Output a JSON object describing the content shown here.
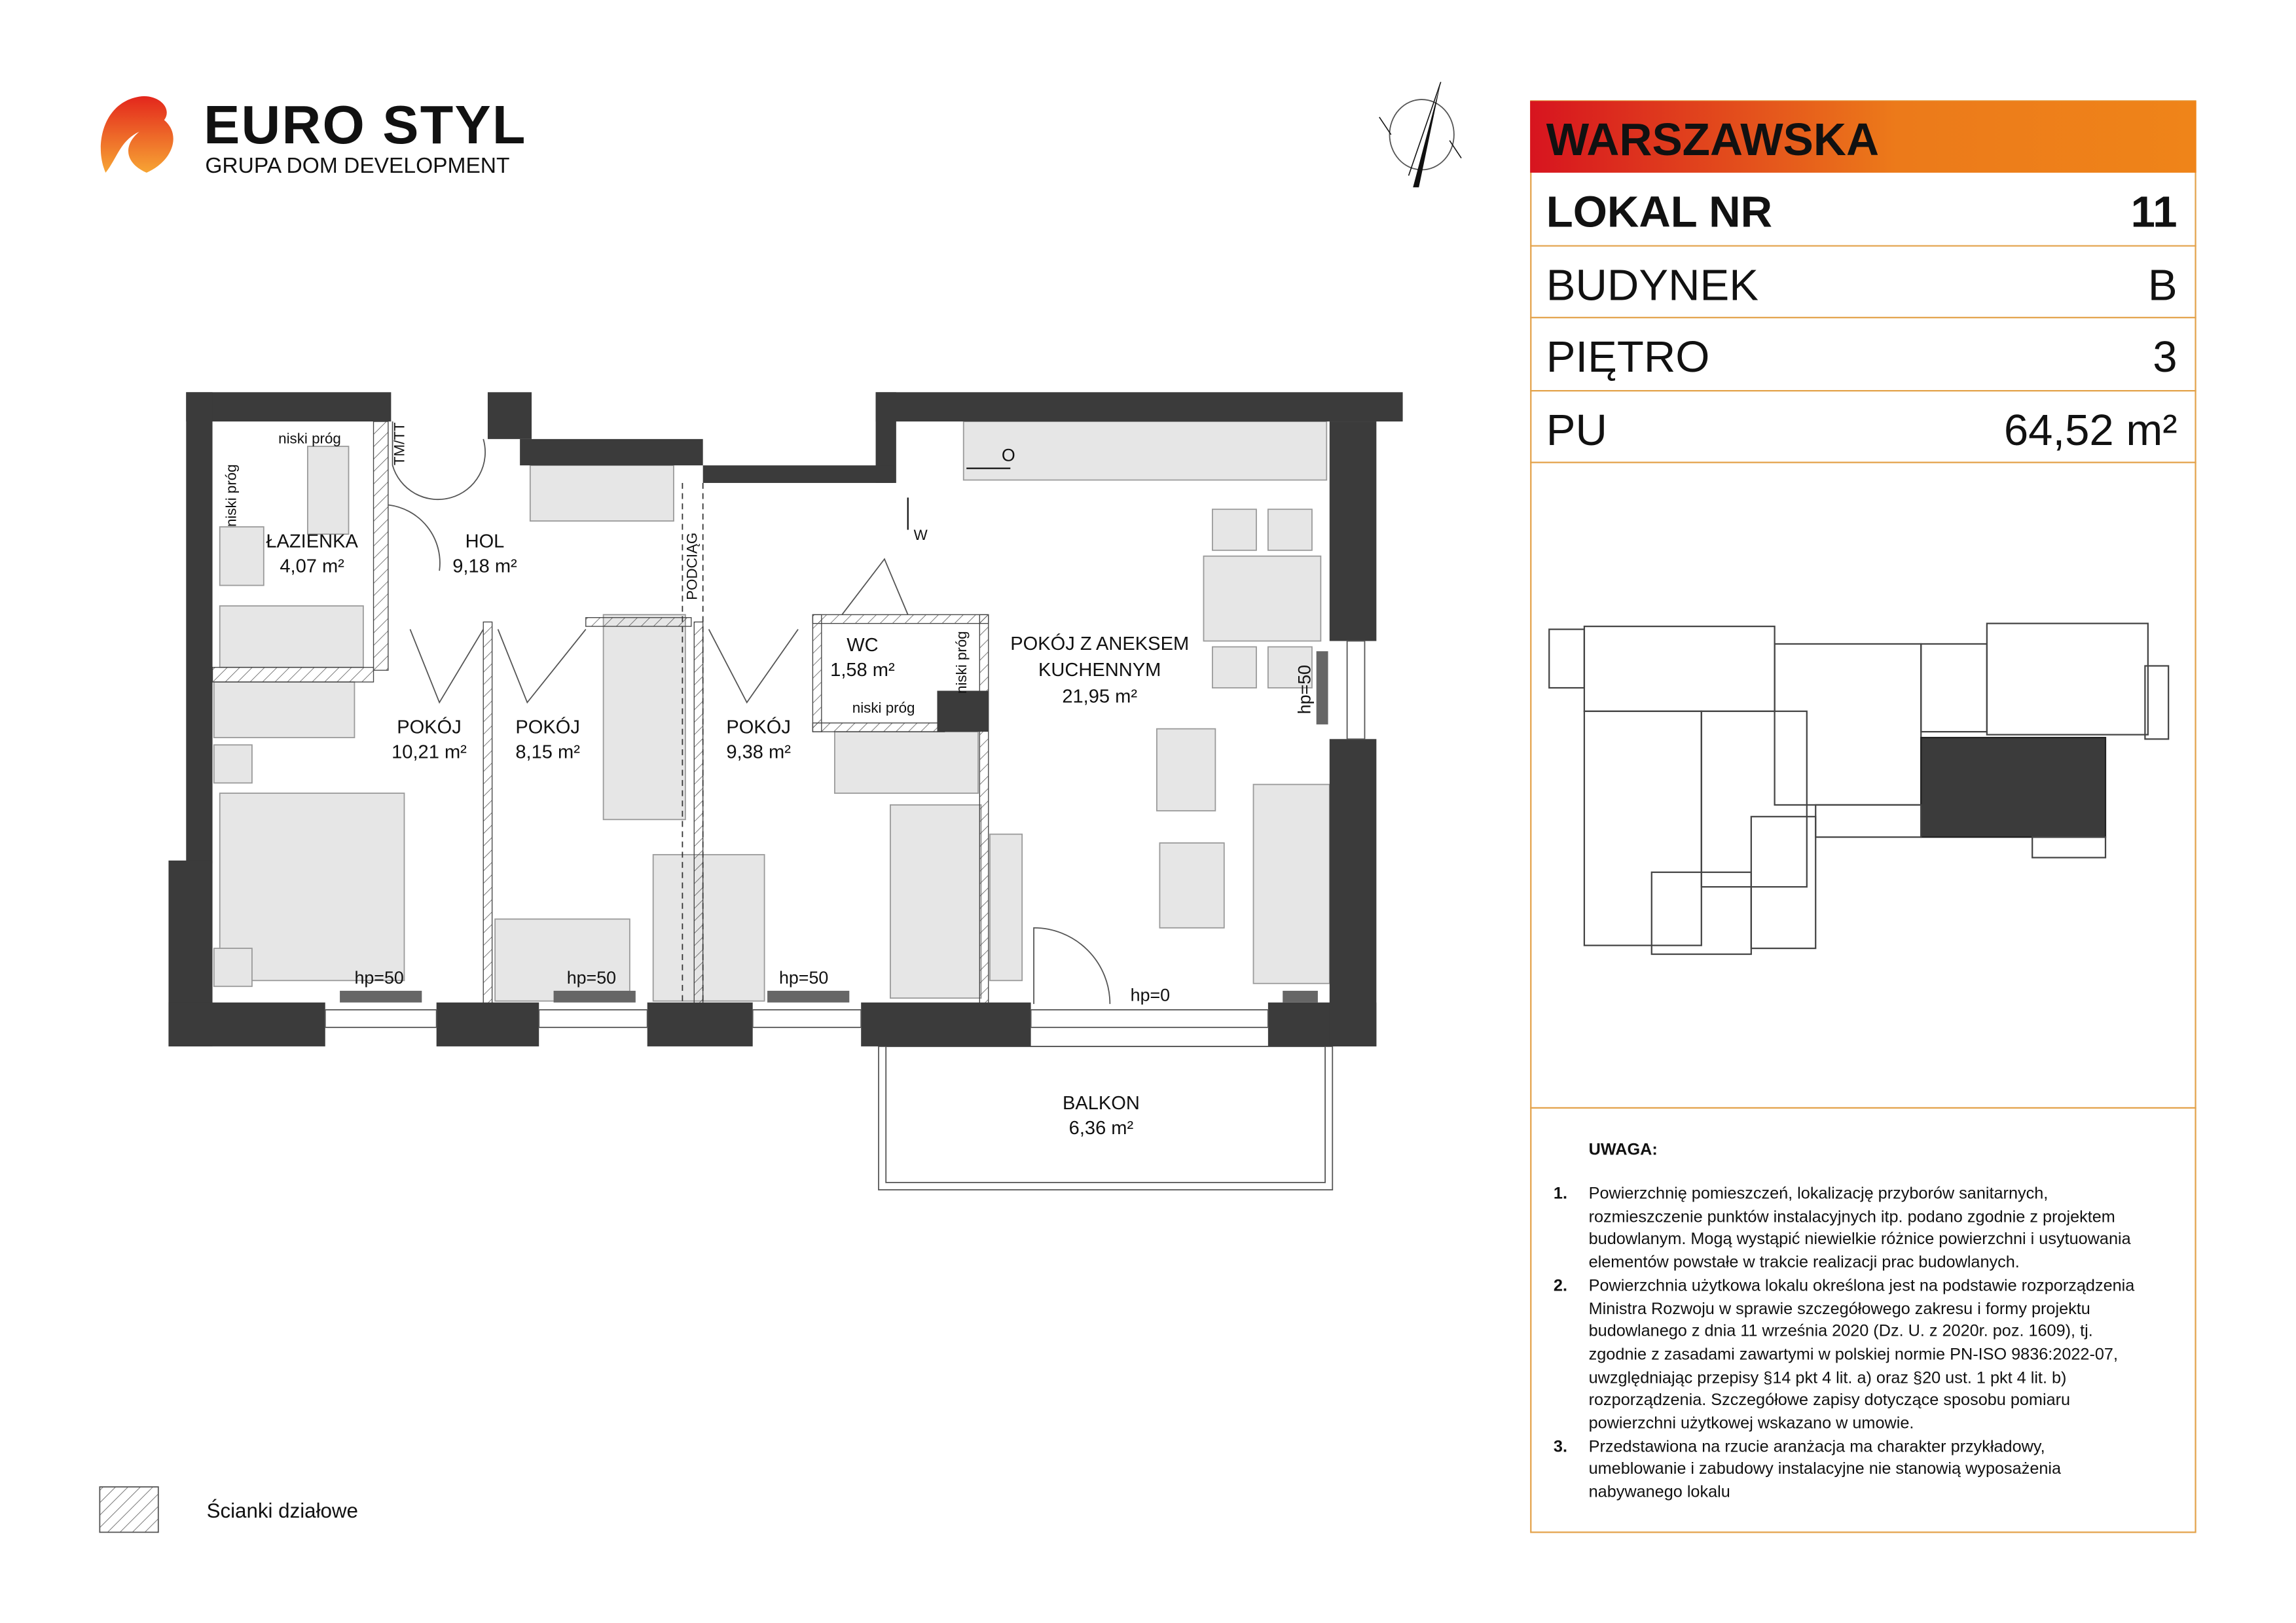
{
  "logo": {
    "brand": "EURO STYL",
    "tagline": "GRUPA DOM DEVELOPMENT"
  },
  "info_panel": {
    "investment": "WARSZAWSKA",
    "rows": [
      {
        "label": "LOKAL NR",
        "value": "11"
      },
      {
        "label": "BUDYNEK",
        "value": "B"
      },
      {
        "label": "PIĘTRO",
        "value": "3"
      },
      {
        "label": "PU",
        "value": "64,52 m²"
      }
    ],
    "colors": {
      "gradient_start": "#d7141f",
      "gradient_end": "#ef8419",
      "border": "#e3a24a"
    }
  },
  "plan": {
    "rooms": [
      {
        "name": "ŁAZIENKA",
        "area": "4,07 m²"
      },
      {
        "name": "HOL",
        "area": "9,18 m²"
      },
      {
        "name": "POKÓJ",
        "area": "10,21 m²"
      },
      {
        "name": "POKÓJ",
        "area": "8,15 m²"
      },
      {
        "name": "POKÓJ",
        "area": "9,38 m²"
      },
      {
        "name": "WC",
        "area": "1,58 m²"
      },
      {
        "name_line1": "POKÓJ Z ANEKSEM",
        "name_line2": "KUCHENNYM",
        "area": "21,95 m²"
      },
      {
        "name": "BALKON",
        "area": "6,36 m²"
      }
    ],
    "annotations": {
      "niski_prog": "niski próg",
      "tmtt": "TM/TT",
      "podciag": "PODCIĄG",
      "o": "O",
      "w": "W",
      "hp50": "hp=50",
      "hp0": "hp=0"
    }
  },
  "legend": {
    "label": "Ścianki działowe"
  },
  "notes": {
    "title": "UWAGA:",
    "items": [
      {
        "num": "1.",
        "lines": [
          "Powierzchnię pomieszczeń, lokalizację przyborów sanitarnych,",
          "rozmieszczenie punktów instalacyjnych itp. podano zgodnie z projektem",
          "budowlanym. Mogą wystąpić niewielkie różnice powierzchni i usytuowania",
          "elementów powstałe w trakcie realizacji prac budowlanych."
        ]
      },
      {
        "num": "2.",
        "lines": [
          "Powierzchnia użytkowa lokalu określona jest na podstawie rozporządzenia",
          "Ministra Rozwoju w sprawie szczegółowego zakresu i formy projektu",
          "budowlanego z dnia 11 września 2020 (Dz. U. z 2020r. poz. 1609), tj.",
          "zgodnie z zasadami zawartymi w polskiej normie PN-ISO 9836:2022-07,",
          "uwzględniając przepisy §14 pkt 4 lit. a) oraz §20 ust. 1 pkt 4 lit. b)",
          "rozporządzenia. Szczegółowe zapisy dotyczące sposobu pomiaru",
          "powierzchni użytkowej wskazano w umowie."
        ]
      },
      {
        "num": "3.",
        "lines": [
          "Przedstawiona na rzucie aranżacja ma charakter przykładowy,",
          "umeblowanie i zabudowy instalacyjne nie stanowią wyposażenia",
          "nabywanego lokalu"
        ]
      }
    ]
  }
}
